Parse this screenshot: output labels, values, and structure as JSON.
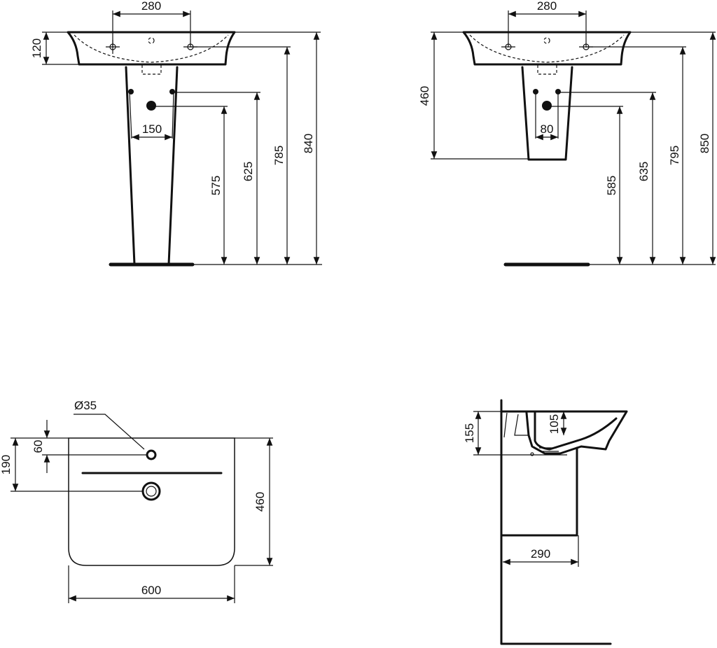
{
  "views": {
    "pedestal_front": {
      "tap_spacing": "280",
      "basin_height": "120",
      "pedestal_hole_spacing": "150",
      "waste_height": "575",
      "supply_height": "625",
      "tap_height": "785",
      "rim_height": "840"
    },
    "semi_pedestal_front": {
      "tap_spacing": "280",
      "semi_pedestal_height": "460",
      "hole_spacing": "80",
      "waste_height": "585",
      "supply_height": "635",
      "tap_height": "795",
      "rim_height": "850"
    },
    "top_view": {
      "tap_hole_diameter": "Ø35",
      "tap_hole_offset": "60",
      "waste_offset": "190",
      "depth": "460",
      "width": "600"
    },
    "side_view": {
      "overall_height": "155",
      "bowl_depth": "105",
      "projection": "290"
    }
  },
  "colors": {
    "line": "#111111",
    "background": "#ffffff"
  }
}
